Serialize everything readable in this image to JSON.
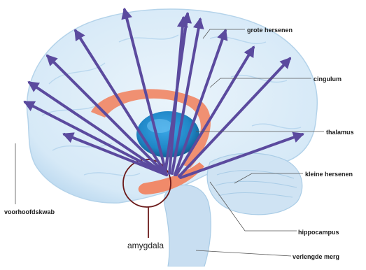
{
  "diagram": {
    "labels": {
      "grote_hersenen": "grote hersenen",
      "cingulum": "cingulum",
      "thalamus": "thalamus",
      "kleine_hersenen": "kleine hersenen",
      "voorhoofdskwab": "voorhoofdskwab",
      "hippocampus": "hippocampus",
      "verlengde_merg": "verlengde merg",
      "amygdala": "amygdala"
    },
    "colors": {
      "brain": "#d6e9f7",
      "brain_shadow": "#a9cce6",
      "thalamus": "#1f86c6",
      "cingulum": "#f08a6a",
      "arrow": "#5b4a9e",
      "amygdala_circle": "#6b1a1a",
      "leader_line": "#555555"
    }
  }
}
